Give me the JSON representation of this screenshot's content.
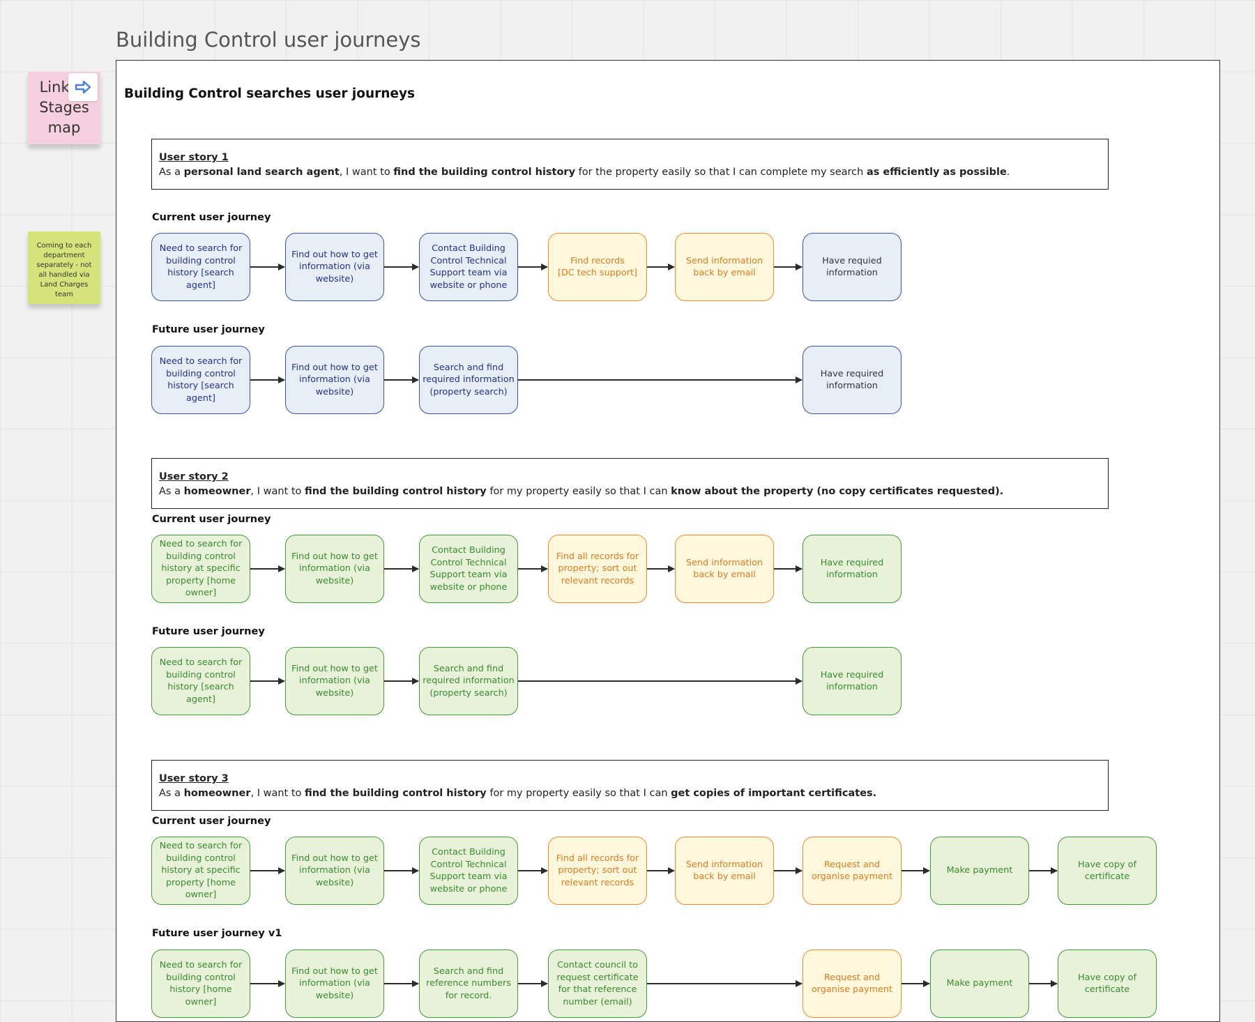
{
  "board_title": "Building Control user journeys",
  "frame_title": "Building Control searches user journeys",
  "stickies": {
    "link_note": "Link to Stages map",
    "dept_note": "Coming to each department separately - not all handled via Land Charges team"
  },
  "stories": [
    {
      "heading": "User story 1",
      "parts": [
        {
          "t": "As a ",
          "b": false
        },
        {
          "t": "personal land search agent",
          "b": true
        },
        {
          "t": ", I want to ",
          "b": false
        },
        {
          "t": "find the building control history",
          "b": true
        },
        {
          "t": " for the property easily so that I can complete my search ",
          "b": false
        },
        {
          "t": "as efficiently as possible",
          "b": true
        },
        {
          "t": ".",
          "b": false
        }
      ]
    },
    {
      "heading": "User story 2",
      "parts": [
        {
          "t": "As a ",
          "b": false
        },
        {
          "t": "homeowner",
          "b": true
        },
        {
          "t": ", I want to ",
          "b": false
        },
        {
          "t": "find the building control history",
          "b": true
        },
        {
          "t": " for my property easily so that I can ",
          "b": false
        },
        {
          "t": "know about the property (no copy certificates requested).",
          "b": true
        }
      ]
    },
    {
      "heading": "User story 3",
      "parts": [
        {
          "t": "As a ",
          "b": false
        },
        {
          "t": "homeowner",
          "b": true
        },
        {
          "t": ", I want to ",
          "b": false
        },
        {
          "t": "find the building control history",
          "b": true
        },
        {
          "t": " for my property easily so that I can ",
          "b": false
        },
        {
          "t": "get copies of important certificates.",
          "b": true
        }
      ]
    }
  ],
  "journeys": [
    {
      "label": "Current user journey",
      "nodes": [
        {
          "text": "Need to search for building control history [search agent]",
          "style": "blue",
          "col": 0
        },
        {
          "text": "Find out how to get information (via website)",
          "style": "blue",
          "col": 1
        },
        {
          "text": "Contact Building Control Technical Support team via website or phone",
          "style": "blue",
          "col": 2
        },
        {
          "text": "Find records\n[DC tech support]",
          "style": "orange",
          "col": 3
        },
        {
          "text": "Send information back by email",
          "style": "orange",
          "col": 4
        },
        {
          "text": "Have requied information",
          "style": "blue-dark",
          "col": 5
        }
      ]
    },
    {
      "label": "Future user journey",
      "nodes": [
        {
          "text": "Need to search for building control history [search agent]",
          "style": "blue",
          "col": 0
        },
        {
          "text": "Find out how to get information (via website)",
          "style": "blue",
          "col": 1
        },
        {
          "text": "Search and find required information (property search)",
          "style": "blue",
          "col": 2
        },
        {
          "text": "Have required information",
          "style": "blue-dark",
          "col": 5
        }
      ]
    },
    {
      "label": "Current user journey",
      "nodes": [
        {
          "text": "Need to search for building control history at specific property [home owner]",
          "style": "green",
          "col": 0
        },
        {
          "text": "Find out how to get information (via website)",
          "style": "green",
          "col": 1
        },
        {
          "text": "Contact Building Control Technical Support team via website or phone",
          "style": "green",
          "col": 2
        },
        {
          "text": "Find all records for property; sort out relevant records",
          "style": "orange",
          "col": 3
        },
        {
          "text": "Send information back by email",
          "style": "orange",
          "col": 4
        },
        {
          "text": "Have required information",
          "style": "green",
          "col": 5
        }
      ]
    },
    {
      "label": "Future user journey",
      "nodes": [
        {
          "text": "Need to search for building control history [search agent]",
          "style": "green",
          "col": 0
        },
        {
          "text": "Find out how to get information (via website)",
          "style": "green",
          "col": 1
        },
        {
          "text": "Search and find required information (property search)",
          "style": "green",
          "col": 2
        },
        {
          "text": "Have required information",
          "style": "green",
          "col": 5
        }
      ]
    },
    {
      "label": "Current user journey",
      "nodes": [
        {
          "text": "Need to search for building control history at specific property [home owner]",
          "style": "green",
          "col": 0
        },
        {
          "text": "Find out how to get information (via website)",
          "style": "green",
          "col": 1
        },
        {
          "text": "Contact Building Control Technical Support team via website or phone",
          "style": "green",
          "col": 2
        },
        {
          "text": "Find all records for property; sort out relevant records",
          "style": "orange",
          "col": 3
        },
        {
          "text": "Send information back by email",
          "style": "orange",
          "col": 4
        },
        {
          "text": "Request and organise payment",
          "style": "orange",
          "col": 5
        },
        {
          "text": "Make payment",
          "style": "green",
          "col": 6
        },
        {
          "text": "Have copy of certificate",
          "style": "green",
          "col": 7
        }
      ]
    },
    {
      "label": "Future user journey v1",
      "nodes": [
        {
          "text": "Need to search for building control history [home owner]",
          "style": "green",
          "col": 0
        },
        {
          "text": "Find out how to get information (via website)",
          "style": "green",
          "col": 1
        },
        {
          "text": "Search and find reference numbers for record.",
          "style": "green",
          "col": 2
        },
        {
          "text": "Contact council to request certificate for that reference number (email)",
          "style": "green",
          "col": 3
        },
        {
          "text": "Request and organise payment",
          "style": "orange",
          "col": 5
        },
        {
          "text": "Make payment",
          "style": "green",
          "col": 6
        },
        {
          "text": "Have copy of certificate",
          "style": "green",
          "col": 7
        }
      ]
    }
  ]
}
